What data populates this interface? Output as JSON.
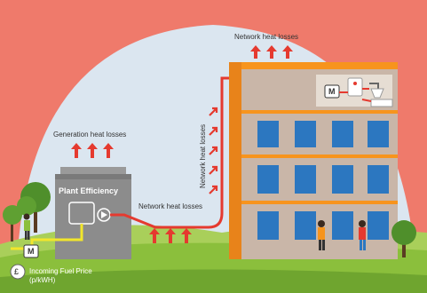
{
  "labels": {
    "network_heat_losses_top": "Network heat losses",
    "network_heat_losses_vertical": "Network heat losses",
    "network_heat_losses_mid": "Network heat losses",
    "generation_heat_losses": "Generation heat losses",
    "plant_efficiency": "Plant Efficiency",
    "incoming_fuel_price_line1": "Incoming Fuel Price",
    "incoming_fuel_price_line2": "(p/kWH)",
    "meter_symbol": "M",
    "meter_symbol_building": "M",
    "currency_symbol": "£"
  },
  "colors": {
    "background": "#ef7a6b",
    "sky": "#dbe6f0",
    "grass": "#8bbf3c",
    "building_frame": "#f7941d",
    "building_wall": "#c9b6a8",
    "window": "#2c77c0",
    "pipe_red": "#e53a2f",
    "pipe_yellow": "#f2e62b",
    "arrow_red": "#e53a2f"
  },
  "icons": [
    "meter-icon",
    "pound-coin-icon",
    "boiler-icon",
    "tap-icon",
    "radiator-icon",
    "person-icon",
    "tree-icon",
    "pump-icon"
  ]
}
